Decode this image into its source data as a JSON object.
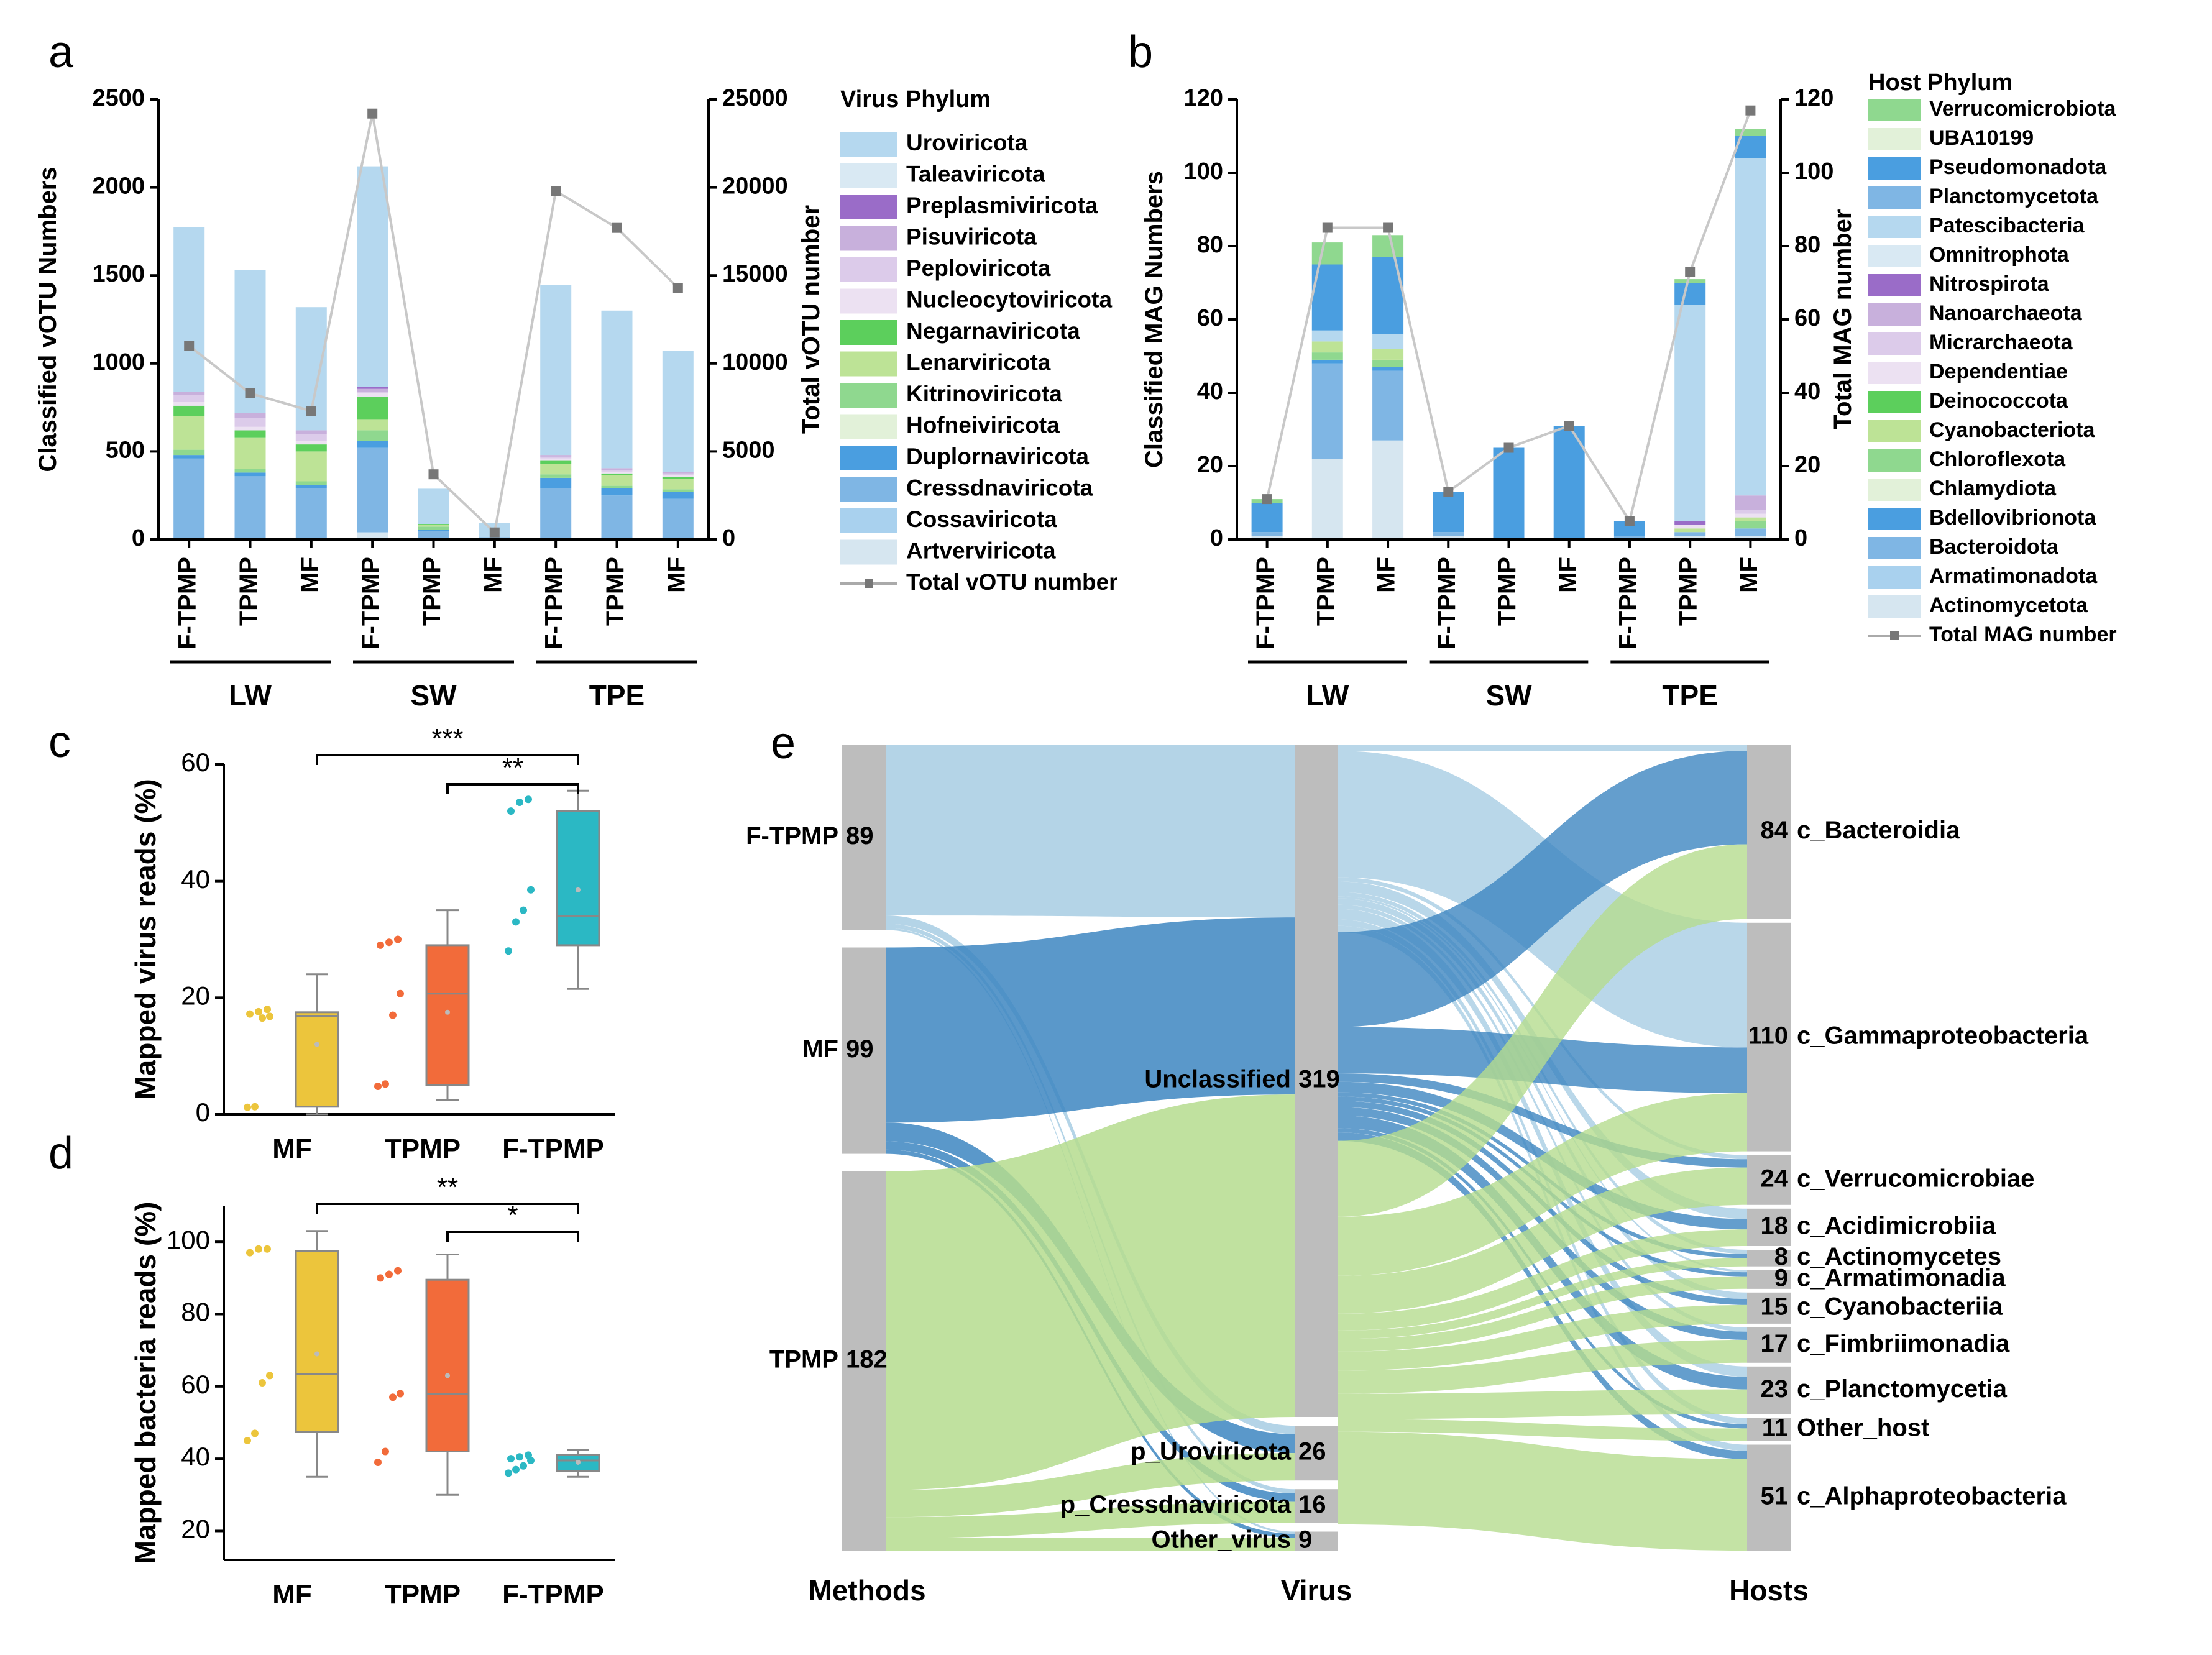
{
  "panel_labels": [
    "a",
    "b",
    "c",
    "d",
    "e"
  ],
  "groups": [
    "LW",
    "SW",
    "TPE"
  ],
  "colors": {
    "Uroviricota": "#b5d8ef",
    "Taleaviricota": "#d9e9f3",
    "Preplasmiviricota": "#9a6cc8",
    "Pisuviricota": "#c8b0dc",
    "Peploviricota": "#dccbea",
    "Nucleocytoviricota": "#ece1f2",
    "Negarnaviricota": "#5ccf5c",
    "Lenarviricota": "#bde396",
    "Kitrinoviricota": "#8fd88f",
    "Hofneiviricota": "#e2f1d9",
    "Duplornaviricota": "#4a9ee0",
    "Cressdnaviricota": "#7fb6e4",
    "Cossaviricota": "#a9d1ee",
    "Artverviricota": "#d6e6f0",
    "F-TPMP": "#2bb8c4",
    "TPMP": "#f26b3a",
    "MF": "#ecc53c",
    "flow_ftpmp": "#a7cde3",
    "flow_mf": "#3d86c1",
    "flow_tpmp": "#b5dc8e",
    "node": "#bdbdbd"
  },
  "chart_data": [
    {
      "panel": "a",
      "type": "bar",
      "ylabel": "Classified vOTU Numbers",
      "y2label": "Total vOTU number",
      "ylim": [
        0,
        2500
      ],
      "y2lim": [
        0,
        25000
      ],
      "yticks": [
        "0",
        "500",
        "1000",
        "1500",
        "2000",
        "2500"
      ],
      "y2ticks": [
        "0",
        "5000",
        "10000",
        "15000",
        "20000",
        "25000"
      ],
      "categories": [
        "F-TPMP",
        "TPMP",
        "MF",
        "F-TPMP",
        "TPMP",
        "MF",
        "F-TPMP",
        "TPMP",
        "MF"
      ],
      "legend_title": "Virus Phylum",
      "series": [
        {
          "name": "Artverviricota",
          "values": [
            10,
            10,
            10,
            40,
            8,
            3,
            10,
            10,
            10
          ]
        },
        {
          "name": "Cossaviricota",
          "values": [
            0,
            0,
            0,
            0,
            0,
            0,
            0,
            0,
            0
          ]
        },
        {
          "name": "Cressdnaviricota",
          "values": [
            450,
            350,
            280,
            480,
            40,
            10,
            280,
            240,
            220
          ]
        },
        {
          "name": "Duplornaviricota",
          "values": [
            20,
            20,
            20,
            40,
            5,
            0,
            60,
            40,
            40
          ]
        },
        {
          "name": "Hofneiviricota",
          "values": [
            0,
            0,
            0,
            0,
            0,
            0,
            0,
            0,
            0
          ]
        },
        {
          "name": "Kitrinoviricota",
          "values": [
            30,
            20,
            20,
            60,
            20,
            0,
            20,
            15,
            15
          ]
        },
        {
          "name": "Lenarviricota",
          "values": [
            190,
            180,
            170,
            60,
            10,
            0,
            60,
            60,
            60
          ]
        },
        {
          "name": "Negarnaviricota",
          "values": [
            60,
            40,
            40,
            130,
            5,
            0,
            20,
            10,
            10
          ]
        },
        {
          "name": "Nucleocytoviricota",
          "values": [
            20,
            20,
            20,
            20,
            0,
            0,
            10,
            10,
            10
          ]
        },
        {
          "name": "Peploviricota",
          "values": [
            40,
            50,
            40,
            10,
            0,
            0,
            10,
            10,
            10
          ]
        },
        {
          "name": "Pisuviricota",
          "values": [
            20,
            30,
            20,
            15,
            0,
            0,
            10,
            10,
            10
          ]
        },
        {
          "name": "Preplasmiviricota",
          "values": [
            0,
            0,
            0,
            10,
            0,
            0,
            0,
            0,
            0
          ]
        },
        {
          "name": "Taleaviricota",
          "values": [
            0,
            0,
            0,
            0,
            0,
            0,
            0,
            0,
            0
          ]
        },
        {
          "name": "Uroviricota",
          "values": [
            935,
            810,
            700,
            1255,
            200,
            82,
            965,
            895,
            685
          ]
        }
      ],
      "line": {
        "name": "Total vOTU number",
        "values": [
          11000,
          8300,
          7300,
          24200,
          3700,
          400,
          19800,
          17700,
          14300
        ]
      }
    },
    {
      "panel": "b",
      "type": "bar",
      "ylabel": "Classified MAG Numbers",
      "y2label": "Total MAG number",
      "ylim": [
        0,
        120
      ],
      "y2lim": [
        0,
        120
      ],
      "yticks": [
        "0",
        "20",
        "40",
        "60",
        "80",
        "100",
        "120"
      ],
      "y2ticks": [
        "0",
        "20",
        "40",
        "60",
        "80",
        "100",
        "120"
      ],
      "categories": [
        "F-TPMP",
        "TPMP",
        "MF",
        "F-TPMP",
        "TPMP",
        "MF",
        "F-TPMP",
        "TPMP",
        "MF"
      ],
      "legend_title": "Host Phylum",
      "series": [
        {
          "name": "Actinomycetota",
          "values": [
            1,
            22,
            27,
            1,
            0,
            0,
            0,
            1,
            1
          ]
        },
        {
          "name": "Armatimonadota",
          "values": [
            0,
            0,
            0,
            0,
            0,
            0,
            0,
            0,
            0
          ]
        },
        {
          "name": "Bacteroidota",
          "values": [
            1,
            26,
            19,
            1,
            0,
            0,
            1,
            1,
            2
          ]
        },
        {
          "name": "Bdellovibrionota",
          "values": [
            0,
            1,
            1,
            0,
            0,
            0,
            0,
            0,
            0
          ]
        },
        {
          "name": "Chlamydiota",
          "values": [
            0,
            0,
            0,
            0,
            0,
            0,
            0,
            0,
            0
          ]
        },
        {
          "name": "Chloroflexota",
          "values": [
            0,
            2,
            2,
            0,
            0,
            0,
            0,
            0,
            2
          ]
        },
        {
          "name": "Cyanobacteriota",
          "values": [
            0,
            3,
            3,
            0,
            0,
            0,
            0,
            1,
            1
          ]
        },
        {
          "name": "Deinococcota",
          "values": [
            0,
            0,
            0,
            0,
            0,
            0,
            0,
            0,
            0
          ]
        },
        {
          "name": "Dependentiae",
          "values": [
            0,
            0,
            0,
            0,
            0,
            0,
            0,
            1,
            1
          ]
        },
        {
          "name": "Micrarchaeota",
          "values": [
            0,
            0,
            0,
            0,
            0,
            0,
            0,
            0,
            1
          ]
        },
        {
          "name": "Nanoarchaeota",
          "values": [
            0,
            0,
            0,
            0,
            0,
            0,
            0,
            0,
            4
          ]
        },
        {
          "name": "Nitrospirota",
          "values": [
            0,
            0,
            0,
            0,
            0,
            0,
            0,
            1,
            0
          ]
        },
        {
          "name": "Omnitrophota",
          "values": [
            0,
            0,
            0,
            0,
            0,
            0,
            0,
            0,
            0
          ]
        },
        {
          "name": "Patescibacteria",
          "values": [
            0,
            3,
            4,
            0,
            0,
            0,
            0,
            59,
            92
          ]
        },
        {
          "name": "Planctomycetota",
          "values": [
            0,
            0,
            0,
            0,
            0,
            0,
            0,
            0,
            0
          ]
        },
        {
          "name": "Pseudomonadota",
          "values": [
            8,
            18,
            21,
            11,
            25,
            31,
            4,
            6,
            6
          ]
        },
        {
          "name": "UBA10199",
          "values": [
            0,
            0,
            0,
            0,
            0,
            0,
            0,
            0,
            0
          ]
        },
        {
          "name": "Verrucomicrobiota",
          "values": [
            1,
            6,
            6,
            0,
            0,
            0,
            0,
            1,
            2
          ]
        }
      ],
      "line": {
        "name": "Total MAG number",
        "values": [
          11,
          85,
          85,
          13,
          25,
          31,
          5,
          73,
          117
        ]
      }
    },
    {
      "panel": "c",
      "type": "box",
      "ylabel": "Mapped virus reads (%)",
      "ylim": [
        0,
        60
      ],
      "yticks": [
        "0",
        "20",
        "40",
        "60"
      ],
      "categories": [
        "MF",
        "TPMP",
        "F-TPMP"
      ],
      "boxes": [
        {
          "min": 0,
          "q1": 1.3,
          "median": 16.8,
          "q3": 17.5,
          "max": 24,
          "mean": 12,
          "points": [
            1.2,
            1.3,
            16.5,
            16.8,
            17.2,
            17.6,
            18
          ]
        },
        {
          "min": 2.5,
          "q1": 5,
          "median": 20.7,
          "q3": 29,
          "max": 35,
          "mean": 17.5,
          "points": [
            4.8,
            5.2,
            17,
            20.7,
            29,
            29.5,
            30
          ]
        },
        {
          "min": 21.5,
          "q1": 29,
          "median": 34,
          "q3": 52,
          "max": 55.5,
          "mean": 38.5,
          "points": [
            28,
            33,
            35,
            38.5,
            52,
            53.5,
            54
          ]
        }
      ],
      "significance": [
        {
          "pair": [
            "MF",
            "F-TPMP"
          ],
          "label": "***"
        },
        {
          "pair": [
            "TPMP",
            "F-TPMP"
          ],
          "label": "**"
        }
      ]
    },
    {
      "panel": "d",
      "type": "box",
      "ylabel": "Mapped bacteria reads (%)",
      "ylim": [
        12,
        110
      ],
      "yticks": [
        "20",
        "40",
        "60",
        "80",
        "100"
      ],
      "categories": [
        "MF",
        "TPMP",
        "F-TPMP"
      ],
      "boxes": [
        {
          "min": 35,
          "q1": 47.5,
          "median": 63.5,
          "q3": 97.5,
          "max": 103,
          "mean": 69,
          "points": [
            45,
            47,
            61,
            63,
            97,
            98,
            98
          ]
        },
        {
          "min": 30,
          "q1": 42,
          "median": 58,
          "q3": 89.5,
          "max": 96.5,
          "mean": 63,
          "points": [
            39,
            42,
            57,
            58,
            90,
            91,
            92
          ]
        },
        {
          "min": 35,
          "q1": 36.5,
          "median": 39.5,
          "q3": 41,
          "max": 42.5,
          "mean": 39,
          "points": [
            36,
            37,
            38,
            39.5,
            40,
            40.5,
            41
          ]
        }
      ],
      "significance": [
        {
          "pair": [
            "MF",
            "F-TPMP"
          ],
          "label": "**"
        },
        {
          "pair": [
            "TPMP",
            "F-TPMP"
          ],
          "label": "*"
        }
      ]
    },
    {
      "panel": "e",
      "type": "sankey",
      "columns": [
        "Methods",
        "Virus",
        "Hosts"
      ],
      "methods": [
        {
          "name": "F-TPMP",
          "value": 89
        },
        {
          "name": "MF",
          "value": 99
        },
        {
          "name": "TPMP",
          "value": 182
        }
      ],
      "virus": [
        {
          "name": "Unclassified",
          "value": 319
        },
        {
          "name": "p_Uroviricota",
          "value": 26
        },
        {
          "name": "p_Cressdnaviricota",
          "value": 16
        },
        {
          "name": "Other_virus",
          "value": 9
        }
      ],
      "hosts": [
        {
          "name": "c_Bacteroidia",
          "value": 84
        },
        {
          "name": "c_Gammaproteobacteria",
          "value": 110
        },
        {
          "name": "c_Verrucomicrobiae",
          "value": 24
        },
        {
          "name": "c_Acidimicrobiia",
          "value": 18
        },
        {
          "name": "c_Actinomycetes",
          "value": 8
        },
        {
          "name": "c_Armatimonadia",
          "value": 9
        },
        {
          "name": "c_Cyanobacteriia",
          "value": 15
        },
        {
          "name": "c_Fimbriimonadia",
          "value": 17
        },
        {
          "name": "c_Planctomycetia",
          "value": 23
        },
        {
          "name": "Other_host",
          "value": 11
        },
        {
          "name": "c_Alphaproteobacteria",
          "value": 51
        }
      ]
    }
  ]
}
